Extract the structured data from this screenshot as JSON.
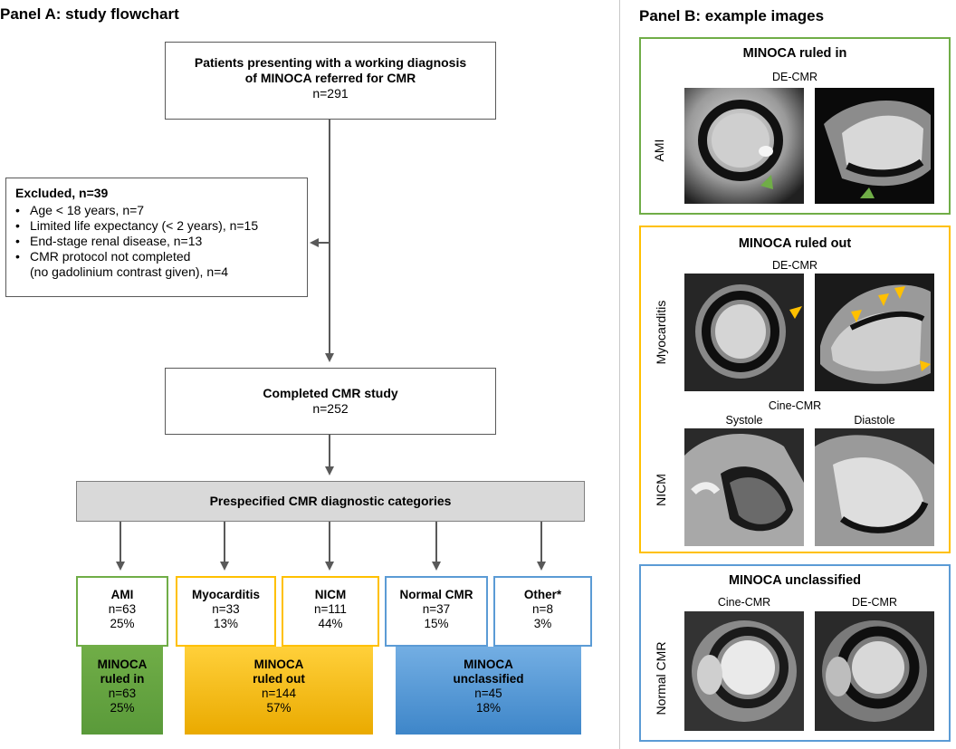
{
  "panel_a": {
    "title": "Panel A: study flowchart",
    "top_box": {
      "line1": "Patients presenting with a working diagnosis",
      "line2": "of MINOCA referred for CMR",
      "n": "n=291"
    },
    "excluded": {
      "title": "Excluded, n=39",
      "items": [
        "Age < 18 years, n=7",
        "Limited life expectancy (< 2 years), n=15",
        "End-stage renal disease, n=13",
        "CMR protocol not completed"
      ],
      "item4_cont": "(no gadolinium contrast given), n=4"
    },
    "completed_box": {
      "title": "Completed CMR study",
      "n": "n=252"
    },
    "categories_header": "Prespecified CMR diagnostic categories",
    "categories": [
      {
        "name": "AMI",
        "n": "n=63",
        "pct": "25%",
        "color": "#70ad47"
      },
      {
        "name": "Myocarditis",
        "n": "n=33",
        "pct": "13%",
        "color": "#ffc000"
      },
      {
        "name": "NICM",
        "n": "n=111",
        "pct": "44%",
        "color": "#ffc000"
      },
      {
        "name": "Normal CMR",
        "n": "n=37",
        "pct": "15%",
        "color": "#5b9bd5"
      },
      {
        "name": "Other*",
        "n": "n=8",
        "pct": "3%",
        "color": "#5b9bd5"
      }
    ],
    "groups": [
      {
        "line1": "MINOCA",
        "line2": "ruled in",
        "n": "n=63",
        "pct": "25%",
        "color": "#70ad47"
      },
      {
        "line1": "MINOCA",
        "line2": "ruled out",
        "n": "n=144",
        "pct": "57%",
        "color": "#ffc000"
      },
      {
        "line1": "MINOCA",
        "line2": "unclassified",
        "n": "n=45",
        "pct": "18%",
        "color": "#5b9bd5"
      }
    ]
  },
  "panel_b": {
    "title": "Panel B: example images",
    "ruled_in": {
      "title": "MINOCA ruled in",
      "sublabel": "DE-CMR",
      "row_label": "AMI",
      "color": "#70ad47"
    },
    "ruled_out": {
      "title": "MINOCA ruled out",
      "sublabel_top": "DE-CMR",
      "row_label_top": "Myocarditis",
      "sublabel_mid": "Cine-CMR",
      "col_systole": "Systole",
      "col_diastole": "Diastole",
      "row_label_bottom": "NICM",
      "color": "#ffc000"
    },
    "unclassified": {
      "title": "MINOCA unclassified",
      "col_left": "Cine-CMR",
      "col_right": "DE-CMR",
      "row_label": "Normal CMR",
      "color": "#5b9bd5"
    },
    "arrow_colors": {
      "green": "#70ad47",
      "orange": "#ffc000"
    }
  }
}
